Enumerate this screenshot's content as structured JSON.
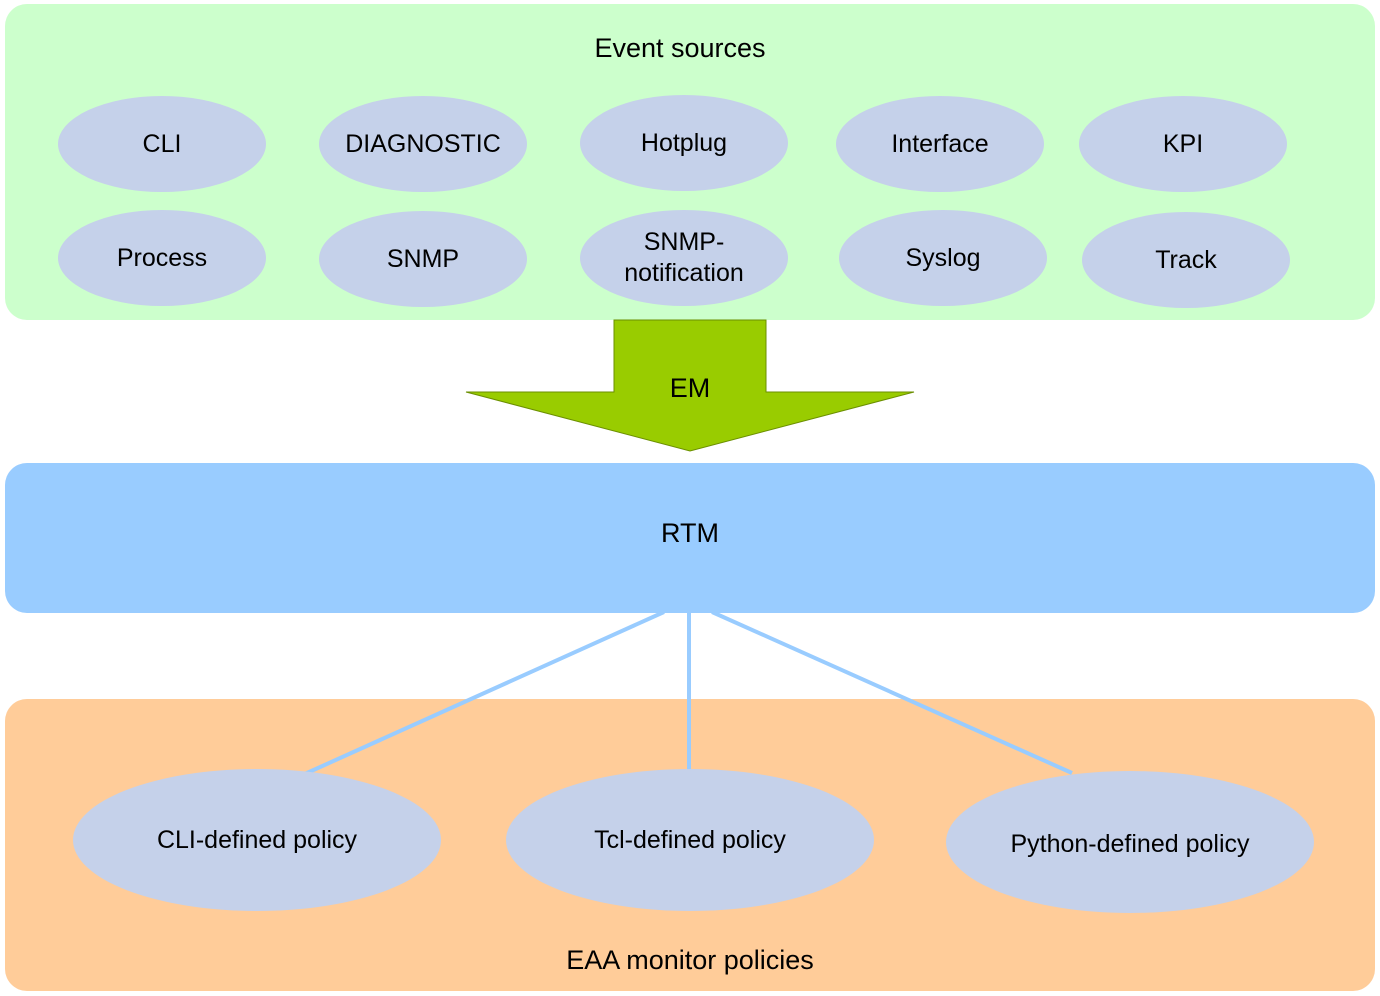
{
  "event_sources": {
    "title": "Event sources",
    "items": [
      "CLI",
      "DIAGNOSTIC",
      "Hotplug",
      "Interface",
      "KPI",
      "Process",
      "SNMP",
      "SNMP-\nnotification",
      "Syslog",
      "Track"
    ]
  },
  "arrow": {
    "label": "EM",
    "color": "#99cc00"
  },
  "rtm": {
    "label": "RTM",
    "color": "#99ccff"
  },
  "policies": {
    "title": "EAA monitor policies",
    "items": [
      "CLI-defined policy",
      "Tcl-defined policy",
      "Python-defined policy"
    ]
  },
  "colors": {
    "event_panel": "#ccffcc",
    "policy_panel": "#ffcc99",
    "ellipse": "#c5d1ea",
    "connector": "#99ccff"
  }
}
